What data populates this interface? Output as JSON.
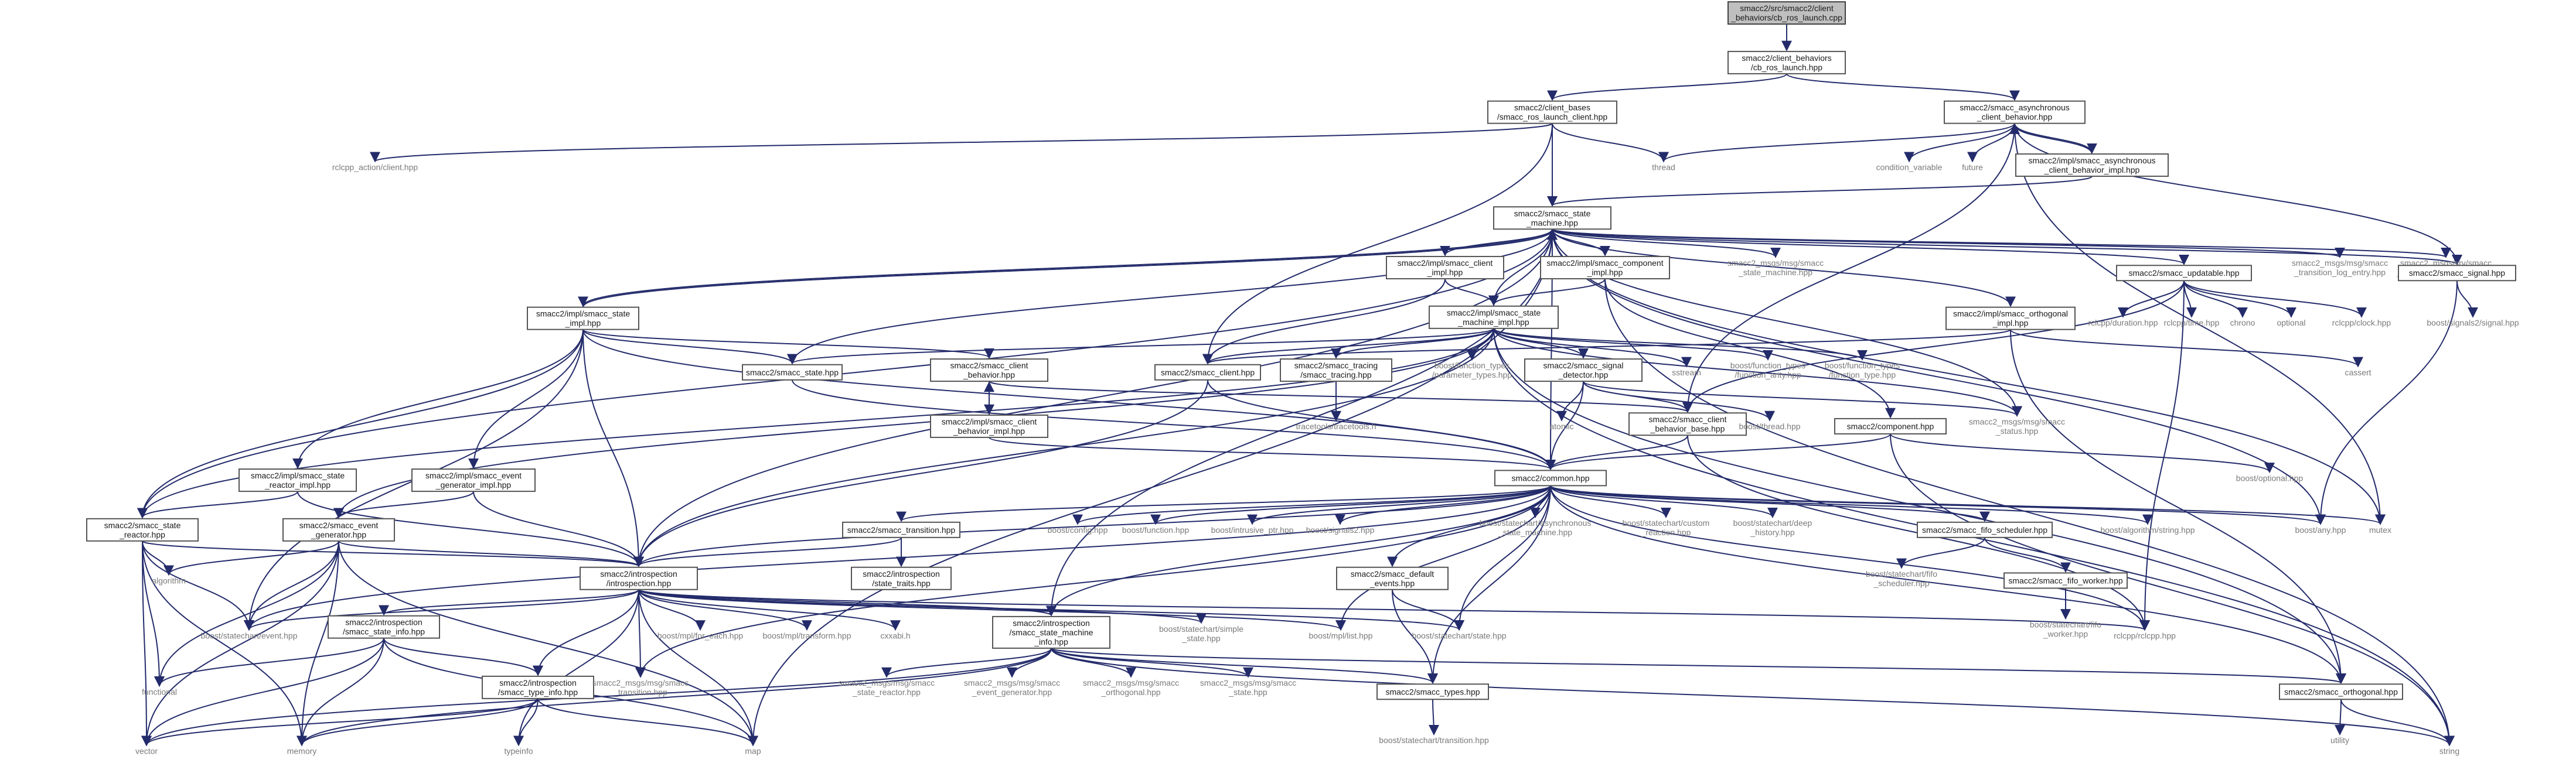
{
  "diagram": {
    "root": "smacc2/src/smacc2/client_behaviors/cb_ros_launch.cpp",
    "nodes": {
      "root": "smacc2/src/smacc2/client\n_behaviors/cb_ros_launch.cpp",
      "cb_ros_launch": "smacc2/client_behaviors\n/cb_ros_launch.hpp",
      "smacc_ros_launch_client": "smacc2/client_bases\n/smacc_ros_launch_client.hpp",
      "smacc_async_cb": "smacc2/smacc_asynchronous\n_client_behavior.hpp",
      "rclcpp_action_client": "rclcpp_action/client.hpp",
      "thread": "thread",
      "condition_variable": "condition_variable",
      "future": "future",
      "smacc_async_cb_impl": "smacc2/impl/smacc_asynchronous\n_client_behavior_impl.hpp",
      "smacc_state_machine": "smacc2/smacc_state\n_machine.hpp",
      "smacc_client_impl": "smacc2/impl/smacc_client\n_impl.hpp",
      "smacc_component_impl": "smacc2/impl/smacc_component\n_impl.hpp",
      "msg_state_machine": "smacc2_msgs/msg/smacc\n_state_machine.hpp",
      "smacc_updatable": "smacc2/smacc_updatable.hpp",
      "msg_transition_log": "smacc2_msgs/msg/smacc\n_transition_log_entry.hpp",
      "srv_transition_history": "smacc2_msgs/srv/smacc\n_get_transition_history.hpp",
      "smacc_signal": "smacc2/smacc_signal.hpp",
      "boost_signals2_signal": "boost/signals2/signal.hpp",
      "smacc_state_impl": "smacc2/impl/smacc_state\n_impl.hpp",
      "smacc_state_machine_impl": "smacc2/impl/smacc_state\n_machine_impl.hpp",
      "smacc_orthogonal_impl": "smacc2/impl/smacc_orthogonal\n_impl.hpp",
      "rclcpp_duration": "rclcpp/duration.hpp",
      "rclcpp_time": "rclcpp/time.hpp",
      "chrono": "chrono",
      "optional": "optional",
      "rclcpp_clock": "rclcpp/clock.hpp",
      "cassert": "cassert",
      "smacc_state": "smacc2/smacc_state.hpp",
      "smacc_client_behavior": "smacc2/smacc_client\n_behavior.hpp",
      "smacc_client": "smacc2/smacc_client.hpp",
      "smacc_tracing": "smacc2/smacc_tracing\n/smacc_tracing.hpp",
      "ft_parameter_types": "boost/function_types\n/parameter_types.hpp",
      "smacc_signal_detector": "smacc2/smacc_signal\n_detector.hpp",
      "sstream": "sstream",
      "ft_function_arity": "boost/function_types\n/function_arity.hpp",
      "ft_function_type": "boost/function_types\n/function_type.hpp",
      "smacc_client_behavior_impl": "smacc2/impl/smacc_client\n_behavior_impl.hpp",
      "tracetools": "tracetools/tracetools.h",
      "atomic": "atomic",
      "smacc_client_behavior_base": "smacc2/smacc_client\n_behavior_base.hpp",
      "boost_thread": "boost/thread.hpp",
      "component": "smacc2/component.hpp",
      "msg_status": "smacc2_msgs/msg/smacc\n_status.hpp",
      "boost_optional": "boost/optional.hpp",
      "smacc_state_reactor_impl": "smacc2/impl/smacc_state\n_reactor_impl.hpp",
      "smacc_event_generator_impl": "smacc2/impl/smacc_event\n_generator_impl.hpp",
      "common": "smacc2/common.hpp",
      "smacc_state_reactor": "smacc2/smacc_state\n_reactor.hpp",
      "smacc_event_generator": "smacc2/smacc_event\n_generator.hpp",
      "smacc_transition": "smacc2/smacc_transition.hpp",
      "boost_config": "boost/config.hpp",
      "boost_function": "boost/function.hpp",
      "boost_intrusive_ptr": "boost/intrusive_ptr.hpp",
      "boost_signals2": "boost/signals2.hpp",
      "sc_async_state_machine": "boost/statechart/asynchronous\n_state_machine.hpp",
      "sc_custom_reaction": "boost/statechart/custom\n_reaction.hpp",
      "sc_deep_history": "boost/statechart/deep\n_history.hpp",
      "smacc_fifo_scheduler": "smacc2/smacc_fifo_scheduler.hpp",
      "boost_algorithm_string": "boost/algorithm/string.hpp",
      "boost_any": "boost/any.hpp",
      "mutex": "mutex",
      "state_traits": "smacc2/introspection\n/state_traits.hpp",
      "smacc_default_events": "smacc2/smacc_default\n_events.hpp",
      "sc_fifo_scheduler": "boost/statechart/fifo\n_scheduler.hpp",
      "smacc_fifo_worker": "smacc2/smacc_fifo_worker.hpp",
      "sc_fifo_worker": "boost/statechart/fifo\n_worker.hpp",
      "algorithm": "algorithm",
      "introspection": "smacc2/introspection\n/introspection.hpp",
      "sc_event": "boost/statechart/event.hpp",
      "functional": "functional",
      "smacc_state_info": "smacc2/introspection\n/smacc_state_info.hpp",
      "mpl_for_each": "boost/mpl/for_each.hpp",
      "mpl_transform": "boost/mpl/transform.hpp",
      "cxxabi": "cxxabi.h",
      "smacc_state_machine_info": "smacc2/introspection\n/smacc_state_machine\n_info.hpp",
      "sc_simple_state": "boost/statechart/simple\n_state.hpp",
      "mpl_list": "boost/mpl/list.hpp",
      "sc_state": "boost/statechart/state.hpp",
      "rclcpp": "rclcpp/rclcpp.hpp",
      "smacc_orthogonal": "smacc2/smacc_orthogonal.hpp",
      "utility": "utility",
      "smacc_type_info": "smacc2/introspection\n/smacc_type_info.hpp",
      "msg_transition": "smacc2_msgs/msg/smacc\n_transition.hpp",
      "msg_state_reactor": "smacc2_msgs/msg/smacc\n_state_reactor.hpp",
      "msg_event_generator": "smacc2_msgs/msg/smacc\n_event_generator.hpp",
      "msg_orthogonal": "smacc2_msgs/msg/smacc\n_orthogonal.hpp",
      "msg_state": "smacc2_msgs/msg/smacc\n_state.hpp",
      "smacc_types": "smacc2/smacc_types.hpp",
      "sc_transition": "boost/statechart/transition.hpp",
      "vector": "vector",
      "memory": "memory",
      "typeinfo": "typeinfo",
      "map": "map",
      "string": "string"
    },
    "edges": [
      [
        "root",
        "cb_ros_launch"
      ],
      [
        "cb_ros_launch",
        "smacc_ros_launch_client"
      ],
      [
        "cb_ros_launch",
        "smacc_async_cb"
      ],
      [
        "smacc_ros_launch_client",
        "rclcpp_action_client"
      ],
      [
        "smacc_ros_launch_client",
        "thread"
      ],
      [
        "smacc_ros_launch_client",
        "smacc_state_machine"
      ],
      [
        "smacc_ros_launch_client",
        "smacc_client"
      ],
      [
        "smacc_async_cb",
        "thread"
      ],
      [
        "smacc_async_cb",
        "condition_variable"
      ],
      [
        "smacc_async_cb",
        "future"
      ],
      [
        "smacc_async_cb",
        "smacc_async_cb_impl"
      ],
      [
        "smacc_async_cb",
        "smacc_signal"
      ],
      [
        "smacc_async_cb",
        "mutex"
      ],
      [
        "smacc_async_cb",
        "smacc_client_behavior_base"
      ],
      [
        "smacc_async_cb_impl",
        "smacc_async_cb"
      ],
      [
        "smacc_async_cb_impl",
        "smacc_state_machine"
      ],
      [
        "smacc_state_machine",
        "smacc_client_impl"
      ],
      [
        "smacc_state_machine",
        "smacc_component_impl"
      ],
      [
        "smacc_state_machine",
        "msg_state_machine"
      ],
      [
        "smacc_state_machine",
        "smacc_updatable"
      ],
      [
        "smacc_state_machine",
        "msg_transition_log"
      ],
      [
        "smacc_state_machine",
        "srv_transition_history"
      ],
      [
        "smacc_state_machine",
        "smacc_signal"
      ],
      [
        "smacc_state_machine",
        "smacc_state_impl"
      ],
      [
        "smacc_state_machine",
        "smacc_state"
      ],
      [
        "smacc_state_machine",
        "smacc_state_reactor"
      ],
      [
        "smacc_state_machine",
        "introspection"
      ],
      [
        "smacc_state_machine",
        "common"
      ],
      [
        "smacc_state_machine",
        "boost_any"
      ],
      [
        "smacc_state_machine",
        "mutex"
      ],
      [
        "smacc_state_machine",
        "msg_status"
      ],
      [
        "smacc_state_machine",
        "smacc_orthogonal_impl"
      ],
      [
        "smacc_state_machine",
        "map"
      ],
      [
        "smacc_state_machine",
        "smacc_state_machine_info"
      ],
      [
        "smacc_client_impl",
        "smacc_state_machine_impl"
      ],
      [
        "smacc_client_impl",
        "smacc_client"
      ],
      [
        "smacc_component_impl",
        "smacc_state_machine_impl"
      ],
      [
        "smacc_component_impl",
        "component"
      ],
      [
        "smacc_component_impl",
        "string"
      ],
      [
        "smacc_updatable",
        "rclcpp_duration"
      ],
      [
        "smacc_updatable",
        "rclcpp_time"
      ],
      [
        "smacc_updatable",
        "chrono"
      ],
      [
        "smacc_updatable",
        "optional"
      ],
      [
        "smacc_updatable",
        "rclcpp_clock"
      ],
      [
        "smacc_updatable",
        "smacc_client_behavior_base"
      ],
      [
        "smacc_updatable",
        "rclcpp"
      ],
      [
        "smacc_signal",
        "boost_signals2_signal"
      ],
      [
        "smacc_signal",
        "boost_any"
      ],
      [
        "smacc_state_impl",
        "smacc_state"
      ],
      [
        "smacc_state_impl",
        "smacc_client_behavior"
      ],
      [
        "smacc_state_impl",
        "smacc_state_reactor_impl"
      ],
      [
        "smacc_state_impl",
        "smacc_event_generator_impl"
      ],
      [
        "smacc_state_impl",
        "smacc_state_reactor"
      ],
      [
        "smacc_state_impl",
        "introspection"
      ],
      [
        "smacc_state_impl",
        "smacc_state_machine"
      ],
      [
        "smacc_state_impl",
        "sc_event"
      ],
      [
        "smacc_state_impl",
        "common"
      ],
      [
        "smacc_state_machine_impl",
        "smacc_client"
      ],
      [
        "smacc_state_machine_impl",
        "smacc_tracing"
      ],
      [
        "smacc_state_machine_impl",
        "ft_parameter_types"
      ],
      [
        "smacc_state_machine_impl",
        "smacc_signal_detector"
      ],
      [
        "smacc_state_machine_impl",
        "sstream"
      ],
      [
        "smacc_state_machine_impl",
        "ft_function_arity"
      ],
      [
        "smacc_state_machine_impl",
        "ft_function_type"
      ],
      [
        "smacc_state_machine_impl",
        "msg_status"
      ],
      [
        "smacc_state_machine_impl",
        "smacc_state"
      ],
      [
        "smacc_state_machine_impl",
        "smacc_state_machine"
      ],
      [
        "smacc_state_machine_impl",
        "introspection"
      ],
      [
        "smacc_state_machine_impl",
        "smacc_state_reactor"
      ],
      [
        "smacc_state_machine_impl",
        "smacc_event_generator"
      ],
      [
        "smacc_state_machine_impl",
        "smacc_orthogonal"
      ],
      [
        "smacc_state_machine_impl",
        "string"
      ],
      [
        "smacc_orthogonal_impl",
        "smacc_client"
      ],
      [
        "smacc_orthogonal_impl",
        "cassert"
      ],
      [
        "smacc_orthogonal_impl",
        "smacc_orthogonal"
      ],
      [
        "smacc_client_behavior",
        "smacc_client_behavior_impl"
      ],
      [
        "smacc_client_behavior",
        "smacc_client_behavior_base"
      ],
      [
        "smacc_client_behavior_impl",
        "smacc_client_behavior"
      ],
      [
        "smacc_client_behavior_impl",
        "common"
      ],
      [
        "smacc_client",
        "common"
      ],
      [
        "smacc_client",
        "introspection"
      ],
      [
        "smacc_state",
        "common"
      ],
      [
        "smacc_tracing",
        "tracetools"
      ],
      [
        "smacc_signal_detector",
        "atomic"
      ],
      [
        "smacc_signal_detector",
        "boost_thread"
      ],
      [
        "smacc_signal_detector",
        "common"
      ],
      [
        "smacc_signal_detector",
        "msg_status"
      ],
      [
        "smacc_signal_detector",
        "smacc_client_behavior_base"
      ],
      [
        "smacc_client_behavior_base",
        "common"
      ],
      [
        "smacc_client_behavior_base",
        "rclcpp"
      ],
      [
        "component",
        "common"
      ],
      [
        "component",
        "boost_optional"
      ],
      [
        "component",
        "string"
      ],
      [
        "smacc_state_reactor_impl",
        "smacc_state_reactor"
      ],
      [
        "smacc_state_reactor_impl",
        "introspection"
      ],
      [
        "smacc_event_generator_impl",
        "smacc_event_generator"
      ],
      [
        "smacc_event_generator_impl",
        "introspection"
      ],
      [
        "common",
        "smacc_transition"
      ],
      [
        "common",
        "boost_config"
      ],
      [
        "common",
        "boost_function"
      ],
      [
        "common",
        "boost_intrusive_ptr"
      ],
      [
        "common",
        "boost_signals2"
      ],
      [
        "common",
        "sc_async_state_machine"
      ],
      [
        "common",
        "sc_custom_reaction"
      ],
      [
        "common",
        "sc_deep_history"
      ],
      [
        "common",
        "smacc_fifo_scheduler"
      ],
      [
        "common",
        "boost_algorithm_string"
      ],
      [
        "common",
        "boost_any"
      ],
      [
        "common",
        "mutex"
      ],
      [
        "common",
        "introspection"
      ],
      [
        "common",
        "smacc_default_events"
      ],
      [
        "common",
        "sc_event"
      ],
      [
        "common",
        "mpl_list"
      ],
      [
        "common",
        "sc_state"
      ],
      [
        "common",
        "rclcpp"
      ],
      [
        "common",
        "smacc_orthogonal"
      ],
      [
        "common",
        "smacc_types"
      ],
      [
        "common",
        "smacc_state_machine_info"
      ],
      [
        "common",
        "msg_transition"
      ],
      [
        "smacc_transition",
        "state_traits"
      ],
      [
        "smacc_transition",
        "introspection"
      ],
      [
        "smacc_default_events",
        "sc_state"
      ],
      [
        "smacc_default_events",
        "smacc_types"
      ],
      [
        "smacc_fifo_scheduler",
        "sc_fifo_scheduler"
      ],
      [
        "smacc_fifo_scheduler",
        "smacc_fifo_worker"
      ],
      [
        "smacc_fifo_worker",
        "sc_fifo_worker"
      ],
      [
        "smacc_state_reactor",
        "algorithm"
      ],
      [
        "smacc_state_reactor",
        "functional"
      ],
      [
        "smacc_state_reactor",
        "introspection"
      ],
      [
        "smacc_state_reactor",
        "sc_event"
      ],
      [
        "smacc_state_reactor",
        "vector"
      ],
      [
        "smacc_state_reactor",
        "memory"
      ],
      [
        "smacc_event_generator",
        "algorithm"
      ],
      [
        "smacc_event_generator",
        "functional"
      ],
      [
        "smacc_event_generator",
        "introspection"
      ],
      [
        "smacc_event_generator",
        "sc_event"
      ],
      [
        "smacc_event_generator",
        "vector"
      ],
      [
        "smacc_event_generator",
        "memory"
      ],
      [
        "smacc_event_generator",
        "map"
      ],
      [
        "introspection",
        "sc_event"
      ],
      [
        "introspection",
        "smacc_state_info"
      ],
      [
        "introspection",
        "mpl_for_each"
      ],
      [
        "introspection",
        "mpl_transform"
      ],
      [
        "introspection",
        "cxxabi"
      ],
      [
        "introspection",
        "smacc_state_machine_info"
      ],
      [
        "introspection",
        "sc_simple_state"
      ],
      [
        "introspection",
        "mpl_list"
      ],
      [
        "introspection",
        "sc_state"
      ],
      [
        "introspection",
        "rclcpp"
      ],
      [
        "introspection",
        "smacc_type_info"
      ],
      [
        "introspection",
        "msg_transition"
      ],
      [
        "introspection",
        "typeinfo"
      ],
      [
        "introspection",
        "map"
      ],
      [
        "smacc_state_info",
        "functional"
      ],
      [
        "smacc_state_info",
        "smacc_type_info"
      ],
      [
        "smacc_state_info",
        "vector"
      ],
      [
        "smacc_state_info",
        "memory"
      ],
      [
        "smacc_state_info",
        "map"
      ],
      [
        "smacc_state_machine_info",
        "msg_state_reactor"
      ],
      [
        "smacc_state_machine_info",
        "msg_event_generator"
      ],
      [
        "smacc_state_machine_info",
        "msg_orthogonal"
      ],
      [
        "smacc_state_machine_info",
        "msg_state"
      ],
      [
        "smacc_state_machine_info",
        "smacc_types"
      ],
      [
        "smacc_state_machine_info",
        "smacc_orthogonal"
      ],
      [
        "smacc_state_machine_info",
        "vector"
      ],
      [
        "smacc_state_machine_info",
        "memory"
      ],
      [
        "smacc_state_machine_info",
        "string"
      ],
      [
        "smacc_type_info",
        "vector"
      ],
      [
        "smacc_type_info",
        "memory"
      ],
      [
        "smacc_type_info",
        "typeinfo"
      ],
      [
        "smacc_type_info",
        "map"
      ],
      [
        "smacc_types",
        "sc_transition"
      ],
      [
        "smacc_orthogonal",
        "utility"
      ],
      [
        "smacc_orthogonal",
        "string"
      ]
    ]
  }
}
